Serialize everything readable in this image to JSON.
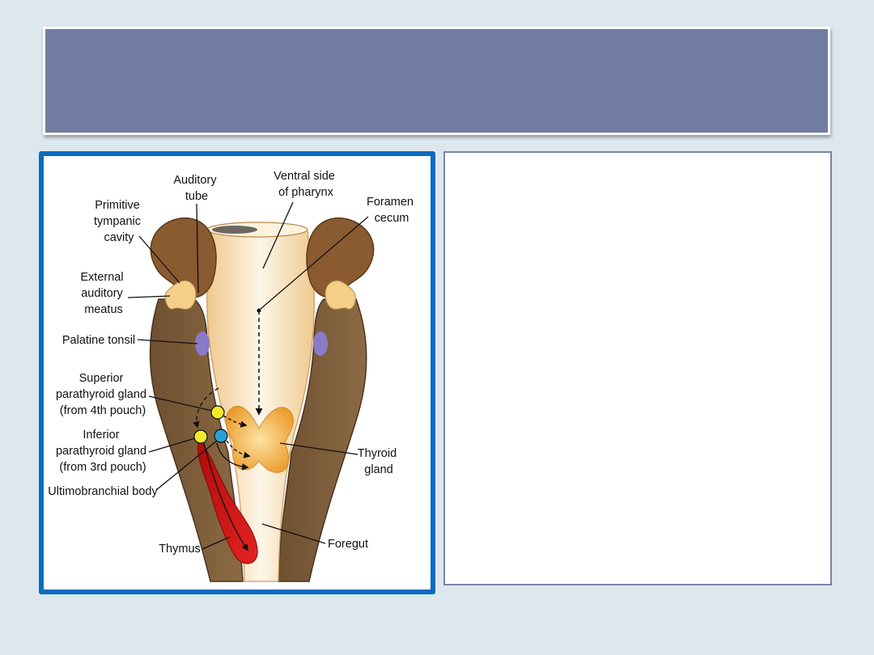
{
  "slide": {
    "title": "",
    "body_text": ""
  },
  "figure": {
    "labels": {
      "auditory_tube": [
        "Auditory",
        "tube"
      ],
      "ventral_side_of_pharynx": [
        "Ventral side",
        "of pharynx"
      ],
      "foramen_cecum": [
        "Foramen",
        "cecum"
      ],
      "primitive_tympanic_cavity": [
        "Primitive",
        "tympanic",
        "cavity"
      ],
      "external_auditory_meatus": [
        "External",
        "auditory",
        "meatus"
      ],
      "palatine_tonsil": [
        "Palatine tonsil"
      ],
      "superior_parathyroid_gland": [
        "Superior",
        "parathyroid gland",
        "(from 4th pouch)"
      ],
      "inferior_parathyroid_gland": [
        "Inferior",
        "parathyroid gland",
        "(from 3rd pouch)"
      ],
      "ultimobranchial_body": [
        "Ultimobranchial body"
      ],
      "thymus": [
        "Thymus"
      ],
      "thyroid_gland": [
        "Thyroid",
        "gland"
      ],
      "foregut": [
        "Foregut"
      ]
    },
    "colors": {
      "pharynx_wall": "#7a5a3a",
      "ear_lobe": "#8a5a30",
      "pharynx_lumen": "#f7e3c0",
      "thyroid": "#f0a83a",
      "parathyroid": "#f4ea2a",
      "ultimobranchial": "#2aa0d8",
      "thymus": "#d01818",
      "tonsil": "#8a7ac8",
      "frame": "#0a6cc0",
      "title_bar": "#717ca0"
    }
  }
}
